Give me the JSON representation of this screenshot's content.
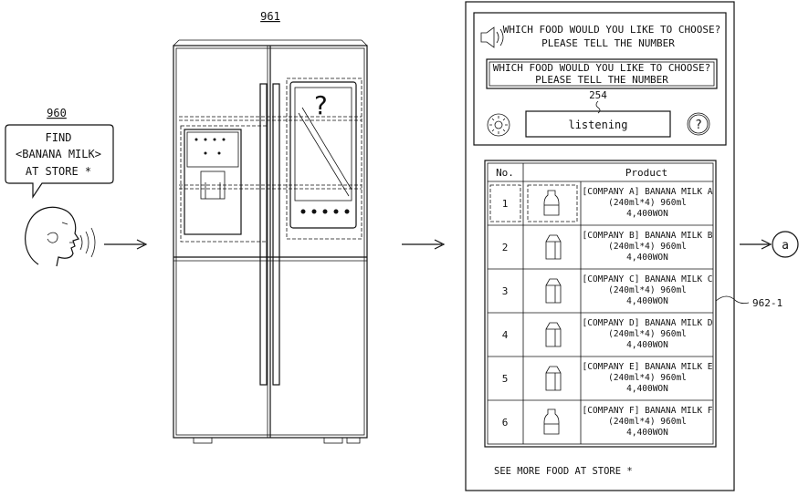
{
  "labels": {
    "user_ref": "960",
    "fridge_ref": "961",
    "mic_ref": "254",
    "list_ref": "962-1",
    "connector": "a",
    "question_mark": "?"
  },
  "speech_bubble": {
    "lines": [
      "FIND",
      "<BANANA MILK>",
      "AT STORE *"
    ]
  },
  "screen": {
    "prompt_line1": "WHICH FOOD WOULD YOU LIKE TO CHOOSE?",
    "prompt_line2": "PLEASE TELL THE NUMBER",
    "box_line1": "WHICH FOOD WOULD YOU LIKE TO CHOOSE?",
    "box_line2": "PLEASE TELL THE NUMBER",
    "listening_label": "listening",
    "help_label": "?",
    "table": {
      "col_no": "No.",
      "col_product": "Product",
      "rows": [
        {
          "no": "1",
          "line1": "[COMPANY A] BANANA MILK A",
          "line2": "(240ml*4) 960ml",
          "line3": "4,400WON"
        },
        {
          "no": "2",
          "line1": "[COMPANY B] BANANA MILK B",
          "line2": "(240ml*4) 960ml",
          "line3": "4,400WON"
        },
        {
          "no": "3",
          "line1": "[COMPANY C] BANANA MILK C",
          "line2": "(240ml*4) 960ml",
          "line3": "4,400WON"
        },
        {
          "no": "4",
          "line1": "[COMPANY D] BANANA MILK D",
          "line2": "(240ml*4) 960ml",
          "line3": "4,400WON"
        },
        {
          "no": "5",
          "line1": "[COMPANY E] BANANA MILK E",
          "line2": "(240ml*4) 960ml",
          "line3": "4,400WON"
        },
        {
          "no": "6",
          "line1": "[COMPANY F] BANANA MILK F",
          "line2": "(240ml*4) 960ml",
          "line3": "4,400WON"
        }
      ]
    },
    "footer": "SEE MORE FOOD AT STORE *"
  },
  "icons": {
    "speaker": "speaker-icon",
    "settings": "gear-icon",
    "help": "help-icon",
    "products": [
      "milk-bottle-icon",
      "milk-carton-icon",
      "milk-carton-icon",
      "milk-carton-icon",
      "milk-carton-icon",
      "milk-bottle-icon"
    ]
  }
}
